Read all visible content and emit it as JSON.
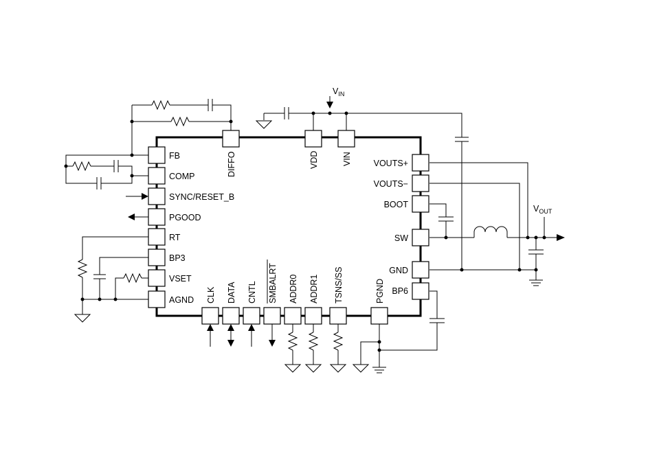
{
  "supply": {
    "vin_main": "V",
    "vin_sub": "IN",
    "vout_main": "V",
    "vout_sub": "OUT"
  },
  "pins": {
    "left": [
      "FB",
      "COMP",
      "SYNC/RESET_B",
      "PGOOD",
      "RT",
      "BP3",
      "VSET",
      "AGND"
    ],
    "right": [
      "VOUTS+",
      "VOUTS−",
      "BOOT",
      "SW",
      "GND",
      "BP6"
    ],
    "top": [
      "DIFFO",
      "VDD",
      "VIN"
    ],
    "bottom": [
      "CLK",
      "DATA",
      "CNTL",
      "SMBALRT",
      "ADDR0",
      "ADDR1",
      "TSNS/SS",
      "PGND"
    ]
  }
}
